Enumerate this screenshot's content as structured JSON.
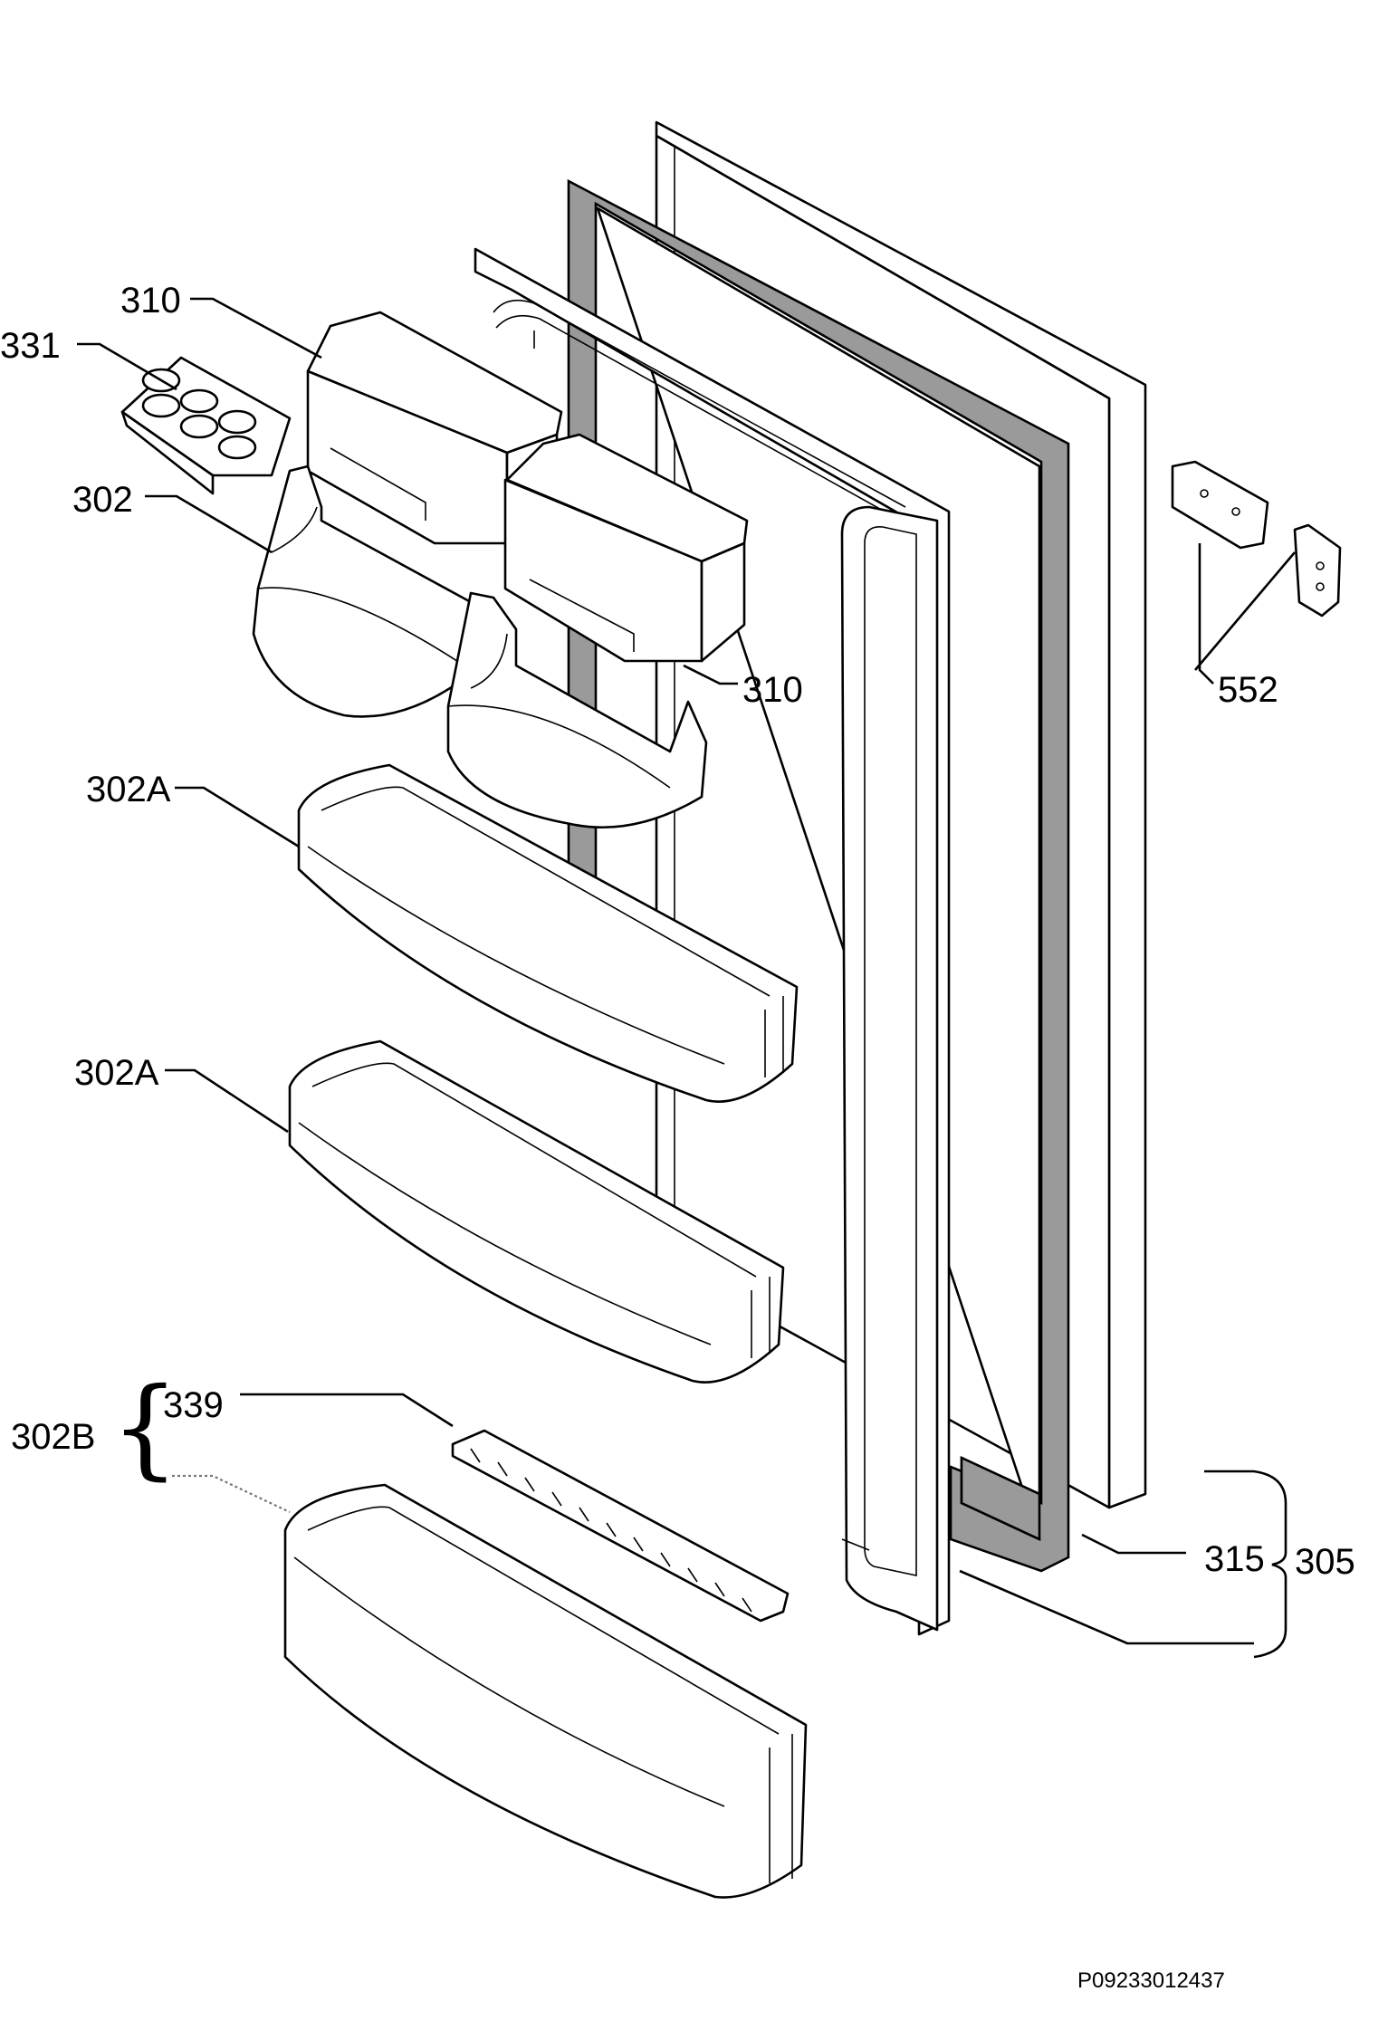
{
  "labels": {
    "egg_tray": "331",
    "butter_box_top": "310",
    "butter_box_right": "310",
    "shelf_small": "302",
    "shelf_a_upper": "302A",
    "shelf_a_lower": "302A",
    "shelf_b_group": "302B",
    "bottle_holder": "339",
    "hinge_bracket": "552",
    "gasket": "315",
    "door_assembly": "305"
  },
  "part_number": "P09233012437",
  "colors": {
    "line": "#000000",
    "gasket_fill": "#9a9a9a",
    "background": "#ffffff"
  }
}
